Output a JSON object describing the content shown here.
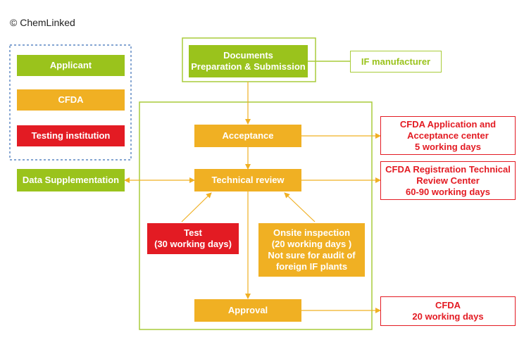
{
  "copyright": "© ChemLinked",
  "legend": {
    "applicant": "Applicant",
    "cfda": "CFDA",
    "testing": "Testing institution"
  },
  "nodes": {
    "documents": "Documents\nPreparation & Submission",
    "if_manufacturer": "IF manufacturer",
    "acceptance": "Acceptance",
    "technical_review": "Technical review",
    "data_supplementation": "Data Supplementation",
    "test": "Test\n(30 working days)",
    "onsite": "Onsite inspection\n(20 working days )\nNot sure for audit of\nforeign IF plants",
    "approval": "Approval"
  },
  "centers": {
    "acceptance_center": "CFDA Application and\nAcceptance center\n5 working days",
    "review_center": "CFDA Registration Technical\nReview Center\n60-90 working days",
    "approval_center": "CFDA\n20 working days"
  },
  "colors": {
    "green": "#9ac31c",
    "orange": "#f0b023",
    "red": "#e31b23",
    "legend_border": "#3b6fb6"
  }
}
